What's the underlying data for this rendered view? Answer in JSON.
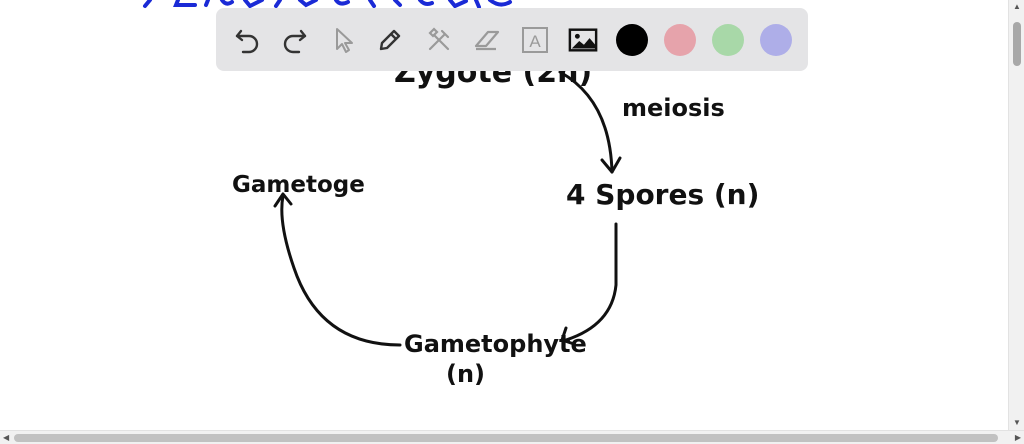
{
  "toolbar": {
    "tools": [
      {
        "name": "undo-button",
        "icon": "undo-icon"
      },
      {
        "name": "redo-button",
        "icon": "redo-icon"
      },
      {
        "name": "select-tool-button",
        "icon": "cursor-arrow-icon"
      },
      {
        "name": "pen-tool-button",
        "icon": "pencil-icon"
      },
      {
        "name": "shapes-tool-button",
        "icon": "tools-icon"
      },
      {
        "name": "eraser-tool-button",
        "icon": "eraser-icon"
      },
      {
        "name": "text-tool-button",
        "icon": "text-box-icon",
        "glyph": "A"
      },
      {
        "name": "image-tool-button",
        "icon": "image-icon"
      }
    ],
    "colors": [
      {
        "name": "black",
        "hex": "#000000"
      },
      {
        "name": "red",
        "hex": "#e6a3ab"
      },
      {
        "name": "green",
        "hex": "#a8d8a8"
      },
      {
        "name": "blue",
        "hex": "#aeaee8"
      }
    ]
  },
  "canvas": {
    "top_text": "Zygote (2n)",
    "meiosis_label": "meiosis",
    "spores_label": "4 Spores (n)",
    "gametophyte_label": "Gametophyte",
    "gametophyte_ploidy": "(n)",
    "gametoge_label": "Gametoge",
    "ink_color": "#111111",
    "header_ink_color": "#1a2ad6"
  }
}
